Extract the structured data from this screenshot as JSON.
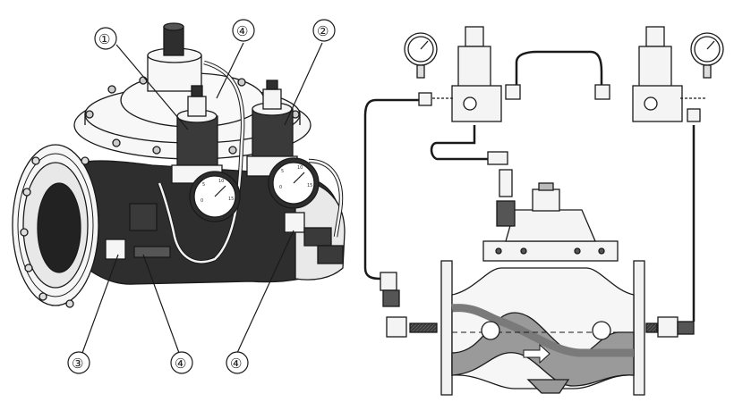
{
  "callouts": [
    {
      "id": "c1",
      "text": "①"
    },
    {
      "id": "c2",
      "text": "②"
    },
    {
      "id": "c3",
      "text": "③"
    },
    {
      "id": "c4a",
      "text": "④"
    },
    {
      "id": "c4b",
      "text": "④"
    },
    {
      "id": "c4c",
      "text": "④"
    }
  ],
  "gauge_scale": {
    "labels": [
      "0",
      "5",
      "10",
      "15"
    ]
  },
  "colors": {
    "line": "#1a1a1a",
    "body_fill": "#f2f2f2",
    "flow_shade": "#9a9a9a",
    "dark_fill": "#2b2b2b"
  }
}
